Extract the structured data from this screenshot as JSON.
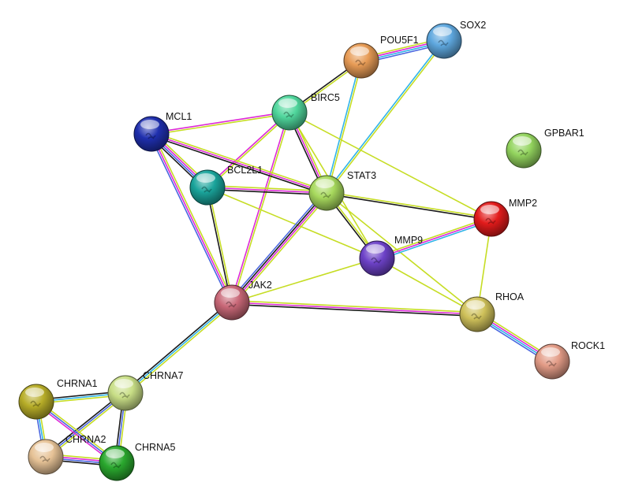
{
  "network": {
    "edge_colors": {
      "yellowgreen": "#c6dd24",
      "magenta": "#dd2ad6",
      "black": "#1a1a1a",
      "blue": "#4a67e0",
      "cyan": "#30b4e8"
    },
    "nodes": [
      {
        "id": "SOX2",
        "label": "SOX2",
        "color": "#5ea7de"
      },
      {
        "id": "POU5F1",
        "label": "POU5F1",
        "color": "#e79b55"
      },
      {
        "id": "BIRC5",
        "label": "BIRC5",
        "color": "#4fd69c"
      },
      {
        "id": "MCL1",
        "label": "MCL1",
        "color": "#1f2fae"
      },
      {
        "id": "GPBAR1",
        "label": "GPBAR1",
        "color": "#93d45e"
      },
      {
        "id": "BCL2L1",
        "label": "BCL2L1",
        "color": "#1aa49b"
      },
      {
        "id": "STAT3",
        "label": "STAT3",
        "color": "#a7d95d"
      },
      {
        "id": "MMP2",
        "label": "MMP2",
        "color": "#e21b1b"
      },
      {
        "id": "MMP9",
        "label": "MMP9",
        "color": "#6d42c8"
      },
      {
        "id": "JAK2",
        "label": "JAK2",
        "color": "#c86777"
      },
      {
        "id": "RHOA",
        "label": "RHOA",
        "color": "#cfc15a"
      },
      {
        "id": "ROCK1",
        "label": "ROCK1",
        "color": "#e29b86"
      },
      {
        "id": "CHRNA1",
        "label": "CHRNA1",
        "color": "#b7ad28"
      },
      {
        "id": "CHRNA7",
        "label": "CHRNA7",
        "color": "#c8de86"
      },
      {
        "id": "CHRNA2",
        "label": "CHRNA2",
        "color": "#e6c296"
      },
      {
        "id": "CHRNA5",
        "label": "CHRNA5",
        "color": "#2aa82e"
      }
    ],
    "edges": [
      {
        "from": "POU5F1",
        "to": "SOX2",
        "colors": [
          "yellowgreen",
          "magenta",
          "cyan",
          "blue"
        ]
      },
      {
        "from": "POU5F1",
        "to": "BIRC5",
        "colors": [
          "yellowgreen",
          "black"
        ]
      },
      {
        "from": "POU5F1",
        "to": "STAT3",
        "colors": [
          "yellowgreen",
          "cyan"
        ]
      },
      {
        "from": "SOX2",
        "to": "STAT3",
        "colors": [
          "yellowgreen",
          "cyan"
        ]
      },
      {
        "from": "BIRC5",
        "to": "MCL1",
        "colors": [
          "yellowgreen",
          "magenta"
        ]
      },
      {
        "from": "BIRC5",
        "to": "BCL2L1",
        "colors": [
          "yellowgreen",
          "magenta"
        ]
      },
      {
        "from": "BIRC5",
        "to": "STAT3",
        "colors": [
          "yellowgreen",
          "magenta",
          "black"
        ]
      },
      {
        "from": "BIRC5",
        "to": "JAK2",
        "colors": [
          "yellowgreen",
          "magenta"
        ]
      },
      {
        "from": "BIRC5",
        "to": "MMP9",
        "colors": [
          "yellowgreen"
        ]
      },
      {
        "from": "BIRC5",
        "to": "MMP2",
        "colors": [
          "yellowgreen"
        ]
      },
      {
        "from": "MCL1",
        "to": "BCL2L1",
        "colors": [
          "yellowgreen",
          "magenta",
          "blue",
          "black"
        ]
      },
      {
        "from": "MCL1",
        "to": "STAT3",
        "colors": [
          "yellowgreen",
          "magenta",
          "black"
        ]
      },
      {
        "from": "MCL1",
        "to": "JAK2",
        "colors": [
          "yellowgreen",
          "magenta",
          "blue"
        ]
      },
      {
        "from": "BCL2L1",
        "to": "STAT3",
        "colors": [
          "yellowgreen",
          "magenta",
          "black"
        ]
      },
      {
        "from": "BCL2L1",
        "to": "JAK2",
        "colors": [
          "yellowgreen",
          "black"
        ]
      },
      {
        "from": "BCL2L1",
        "to": "MMP9",
        "colors": [
          "yellowgreen"
        ]
      },
      {
        "from": "STAT3",
        "to": "JAK2",
        "colors": [
          "yellowgreen",
          "magenta",
          "black",
          "blue"
        ]
      },
      {
        "from": "STAT3",
        "to": "MMP2",
        "colors": [
          "yellowgreen",
          "black"
        ]
      },
      {
        "from": "STAT3",
        "to": "MMP9",
        "colors": [
          "yellowgreen",
          "black"
        ]
      },
      {
        "from": "STAT3",
        "to": "RHOA",
        "colors": [
          "yellowgreen"
        ]
      },
      {
        "from": "MMP9",
        "to": "MMP2",
        "colors": [
          "yellowgreen",
          "magenta",
          "cyan"
        ]
      },
      {
        "from": "MMP9",
        "to": "JAK2",
        "colors": [
          "yellowgreen"
        ]
      },
      {
        "from": "MMP9",
        "to": "RHOA",
        "colors": [
          "yellowgreen"
        ]
      },
      {
        "from": "MMP2",
        "to": "RHOA",
        "colors": [
          "yellowgreen"
        ]
      },
      {
        "from": "JAK2",
        "to": "RHOA",
        "colors": [
          "yellowgreen",
          "magenta",
          "black"
        ]
      },
      {
        "from": "RHOA",
        "to": "ROCK1",
        "colors": [
          "yellowgreen",
          "magenta",
          "cyan",
          "blue"
        ]
      },
      {
        "from": "JAK2",
        "to": "CHRNA7",
        "colors": [
          "yellowgreen",
          "cyan",
          "black"
        ]
      },
      {
        "from": "CHRNA7",
        "to": "CHRNA1",
        "colors": [
          "yellowgreen",
          "cyan",
          "black"
        ]
      },
      {
        "from": "CHRNA7",
        "to": "CHRNA2",
        "colors": [
          "yellowgreen",
          "blue",
          "black"
        ]
      },
      {
        "from": "CHRNA7",
        "to": "CHRNA5",
        "colors": [
          "yellowgreen",
          "blue",
          "black"
        ]
      },
      {
        "from": "CHRNA1",
        "to": "CHRNA2",
        "colors": [
          "yellowgreen",
          "cyan",
          "blue"
        ]
      },
      {
        "from": "CHRNA1",
        "to": "CHRNA5",
        "colors": [
          "yellowgreen",
          "blue",
          "magenta"
        ]
      },
      {
        "from": "CHRNA2",
        "to": "CHRNA5",
        "colors": [
          "yellowgreen",
          "magenta",
          "blue",
          "black"
        ]
      }
    ]
  }
}
